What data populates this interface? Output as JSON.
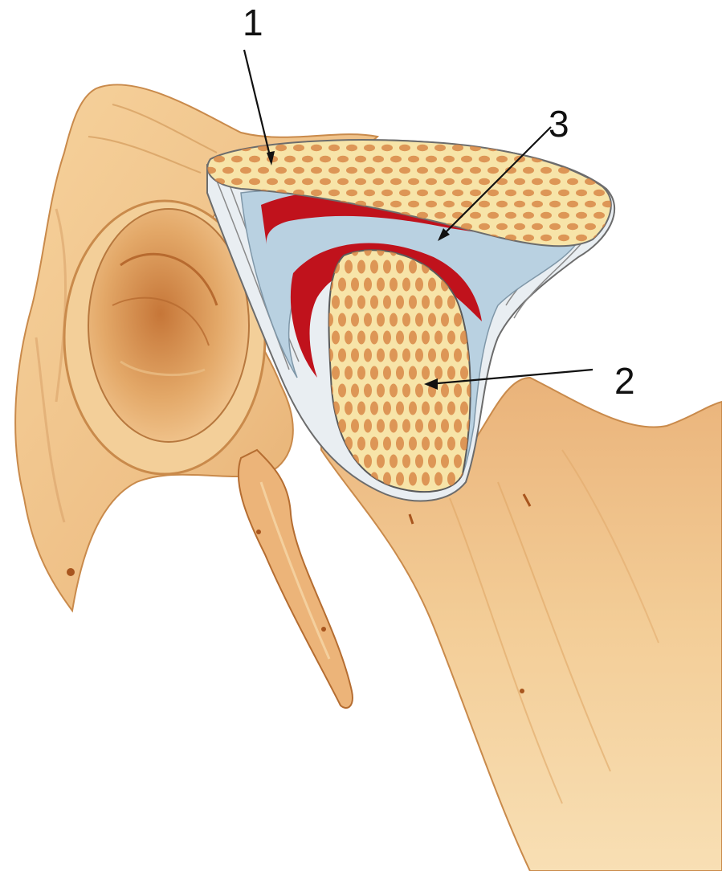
{
  "colors": {
    "background": "#ffffff",
    "bone_fill": "#f2c791",
    "bone_shade": "#d9924a",
    "bone_outline": "#b9763a",
    "spongy_fill": "#f7e4a8",
    "spongy_pore": "#d88848",
    "disc": "#b9d1e1",
    "synovium": "#c0121c",
    "text": "#111111"
  },
  "callouts": [
    {
      "id": "1",
      "label": "1"
    },
    {
      "id": "2",
      "label": "2"
    },
    {
      "id": "3",
      "label": "3"
    }
  ]
}
